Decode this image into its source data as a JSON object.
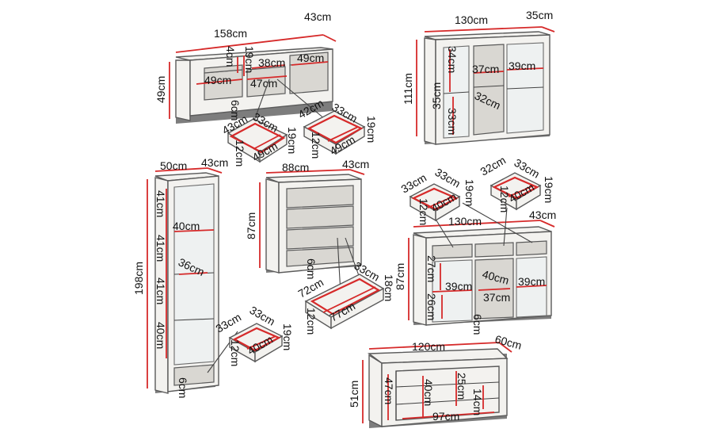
{
  "colors": {
    "dimension_line": "#d62a2a",
    "outline": "#5a5a5a",
    "panel": "#f3f2ef",
    "shadow": "#7d7d7d"
  },
  "tv_unit": {
    "width": "158cm",
    "depth": "43cm",
    "height": "49cm",
    "inner_labels": [
      "4cm",
      "19cm",
      "38cm",
      "49cm",
      "49cm",
      "47cm",
      "6cm"
    ],
    "drawer_left": [
      "43cm",
      "33cm",
      "12cm",
      "49cm",
      "19cm"
    ],
    "drawer_right": [
      "42cm",
      "33cm",
      "12cm",
      "49cm",
      "19cm"
    ]
  },
  "display_cabinet": {
    "width": "130cm",
    "depth": "35cm",
    "height": "111cm",
    "inner_labels": [
      "34cm",
      "35cm",
      "33cm",
      "37cm",
      "39cm",
      "32cm"
    ]
  },
  "tall_cabinet": {
    "width": "50cm",
    "depth": "43cm",
    "height": "198cm",
    "inner_labels": [
      "41cm",
      "40cm",
      "41cm",
      "36cm",
      "41cm",
      "40cm",
      "6cm"
    ],
    "drawer": [
      "33cm",
      "33cm",
      "12cm",
      "40cm",
      "19cm"
    ]
  },
  "chest": {
    "width": "88cm",
    "depth": "43cm",
    "height": "87cm",
    "inner_labels": [
      "6cm"
    ],
    "drawer": [
      "72cm",
      "33cm",
      "12cm",
      "77cm",
      "18cm"
    ]
  },
  "sideboard": {
    "width": "130cm",
    "depth": "43cm",
    "height": "87cm",
    "inner_labels": [
      "27cm",
      "39cm",
      "40cm",
      "39cm",
      "26cm",
      "37cm",
      "6cm"
    ],
    "drawer_left": [
      "33cm",
      "33cm",
      "12cm",
      "40cm",
      "19cm"
    ],
    "drawer_right": [
      "32cm",
      "33cm",
      "12cm",
      "40cm",
      "19cm"
    ]
  },
  "bench": {
    "width": "120cm",
    "depth": "60cm",
    "height": "51cm",
    "inner_labels": [
      "47cm",
      "40cm",
      "25cm",
      "14cm",
      "97cm"
    ]
  }
}
